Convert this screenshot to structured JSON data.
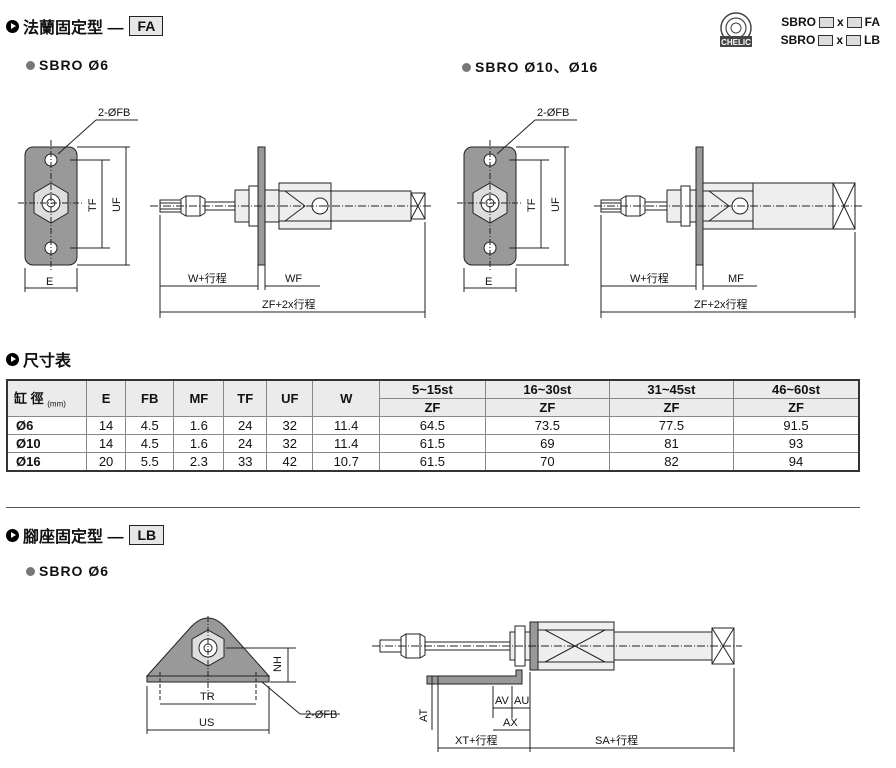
{
  "section_fa": {
    "title": "法蘭固定型 —",
    "code": "FA"
  },
  "section_dims": {
    "title": "尺寸表"
  },
  "section_lb": {
    "title": "腳座固定型 —",
    "code": "LB"
  },
  "sub_fa_6": "SBRO Ø6",
  "sub_fa_1016": "SBRO Ø10、Ø16",
  "sub_lb_6": "SBRO Ø6",
  "model_code": {
    "line1": {
      "prefix": "SBRO",
      "x": "x",
      "suffix": "FA"
    },
    "line2": {
      "prefix": "SBRO",
      "x": "x",
      "suffix": "LB"
    }
  },
  "logo_text": "CHELIC",
  "fa_labels": {
    "fb": "2-ØFB",
    "tf": "TF",
    "uf": "UF",
    "e": "E",
    "w_stroke": "W+行程",
    "wf": "WF",
    "zf_stroke": "ZF+2x行程",
    "mf": "MF"
  },
  "lb_labels": {
    "nh": "NH",
    "tr": "TR",
    "us": "US",
    "fb": "2-ØFB",
    "at": "AT",
    "av": "AV",
    "au": "AU",
    "ax": "AX",
    "xt_stroke": "XT+行程",
    "sa_stroke": "SA+行程"
  },
  "table": {
    "corner_label": "缸 徑",
    "corner_unit": "(mm)",
    "headers": [
      "E",
      "FB",
      "MF",
      "TF",
      "UF",
      "W"
    ],
    "stroke_groups": [
      "5~15st",
      "16~30st",
      "31~45st",
      "46~60st"
    ],
    "zf_label": "ZF",
    "rows": [
      {
        "bore": "Ø6",
        "cells": [
          "14",
          "4.5",
          "1.6",
          "24",
          "32",
          "11.4",
          "64.5",
          "73.5",
          "77.5",
          "91.5"
        ]
      },
      {
        "bore": "Ø10",
        "cells": [
          "14",
          "4.5",
          "1.6",
          "24",
          "32",
          "11.4",
          "61.5",
          "69",
          "81",
          "93"
        ]
      },
      {
        "bore": "Ø16",
        "cells": [
          "20",
          "5.5",
          "2.3",
          "33",
          "42",
          "10.7",
          "61.5",
          "70",
          "82",
          "94"
        ]
      }
    ]
  }
}
